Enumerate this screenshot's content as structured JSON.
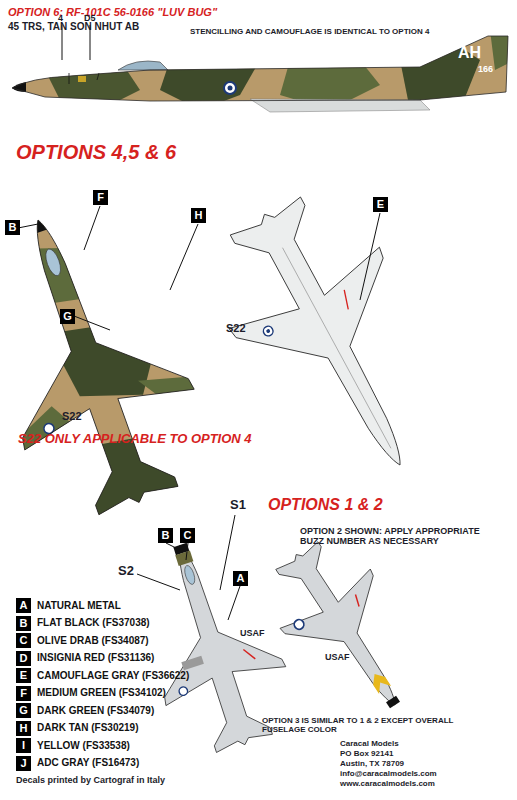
{
  "diagram": {
    "title": "OPTION 6: RF-101C 56-0166 \"LUV BUG\"",
    "nodes": [
      {
        "text": [
          "B"
        ]
      },
      {
        "text": [
          "F"
        ]
      },
      {
        "text": [
          "H"
        ]
      },
      {
        "text": [
          "G"
        ]
      },
      {
        "text": [
          "E"
        ]
      },
      {
        "text": [
          "B"
        ]
      },
      {
        "text": [
          "C"
        ]
      },
      {
        "text": [
          "A"
        ]
      },
      {
        "text": [
          "A"
        ]
      },
      {
        "text": [
          "B"
        ]
      },
      {
        "text": [
          "C"
        ]
      },
      {
        "text": [
          "D"
        ]
      },
      {
        "text": [
          "E"
        ]
      },
      {
        "text": [
          "F"
        ]
      },
      {
        "text": [
          "G"
        ]
      },
      {
        "text": [
          "H"
        ]
      },
      {
        "text": [
          "I"
        ]
      },
      {
        "text": [
          "J"
        ]
      }
    ],
    "labels": [
      "45 TRS, TAN SON NHUT AB",
      "STENCILLING AND CAMOUFLAGE IS IDENTICAL TO OPTION 4",
      "4",
      "D5",
      "AH",
      "166",
      "OPTIONS 4,5 & 6",
      "S22",
      "S22",
      "S22 ONLY APPLICABLE TO OPTION 4",
      "OPTIONS 1 & 2",
      "S1",
      "S2",
      "USAF",
      "OPTION 2 SHOWN: APPLY APPROPRIATE BUZZ NUMBER AS NECESSARY",
      "USAF",
      "OPTION 3 IS SIMILAR TO 1 & 2 EXCEPT OVERALL FUSELAGE COLOR",
      "Caracal Models",
      "PO Box 92141",
      "Austin, TX 78709",
      "info@caracalmodels.com",
      "www.caracalmodels.com",
      "Decals printed by Cartograf in Italy"
    ],
    "legend": [
      {
        "text": "NATURAL METAL"
      },
      {
        "text": "FLAT BLACK (FS37038)"
      },
      {
        "text": "OLIVE DRAB (FS34087)"
      },
      {
        "text": "INSIGNIA RED (FS31136)"
      },
      {
        "text": "CAMOUFLAGE GRAY (FS36622)"
      },
      {
        "text": "MEDIUM GREEN (FS34102)"
      },
      {
        "text": "DARK GREEN (FS34079)"
      },
      {
        "text": "DARK TAN (FS30219)"
      },
      {
        "text": "YELLOW (FS33538)"
      },
      {
        "text": "ADC GRAY (FS16473)"
      }
    ]
  }
}
